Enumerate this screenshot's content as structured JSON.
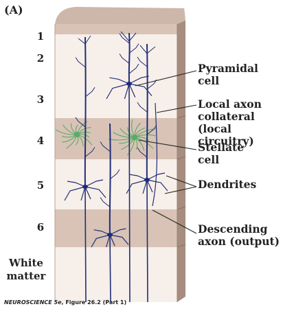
{
  "panel_label": "(A)",
  "layers": [
    "1",
    "2",
    "3",
    "4",
    "5",
    "6"
  ],
  "white_matter": "White matter",
  "labels": {
    "pyramidal": "Pyramidal cell",
    "local_axon": "Local axon collateral (local circuitry)",
    "stellate": "Stellate cell",
    "dendrites": "Dendrites",
    "descending": "Descending axon (output)"
  },
  "credit": {
    "title": "NEUROSCIENCE 5e",
    "rest": ", Figure 26.2 (Part 1)"
  },
  "colors": {
    "neuron": "#1f2d78",
    "stellate": "#5ea868",
    "band_light": "#f7efe9",
    "band_dark": "#d8c3b6",
    "side_face": "#a68d7f",
    "top_face": "#cdb7aa"
  }
}
